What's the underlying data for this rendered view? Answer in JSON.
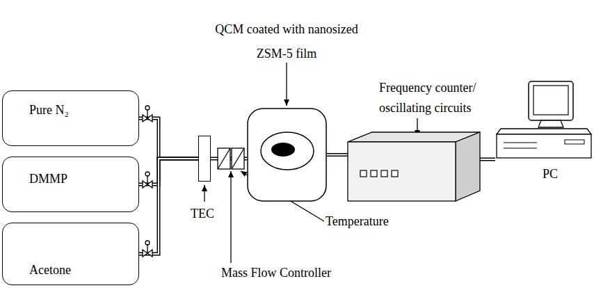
{
  "diagram": {
    "nodes": [
      {
        "text": [
          "Pure N₂"
        ]
      },
      {
        "text": [
          "DMMP"
        ]
      },
      {
        "text": [
          "Acetone"
        ]
      },
      {
        "text": [
          "TEC"
        ]
      },
      {
        "text": [
          "QCM coated with nanosized ZSM-5 film"
        ]
      },
      {
        "text": [
          "Frequency counter/ oscillating circuits"
        ]
      },
      {
        "text": [
          "PC"
        ]
      }
    ],
    "edges": [
      {
        "from": 0,
        "to": 3,
        "arrow": "none"
      },
      {
        "from": 1,
        "to": 3,
        "arrow": "none"
      },
      {
        "from": 2,
        "to": 3,
        "arrow": "none"
      },
      {
        "from": 3,
        "to": 4,
        "arrow": "none"
      },
      {
        "from": 4,
        "to": 5,
        "arrow": "none"
      },
      {
        "from": 5,
        "to": 6,
        "arrow": "none"
      }
    ],
    "labels": [
      "Temperature",
      "Mass Flow Controller"
    ]
  }
}
